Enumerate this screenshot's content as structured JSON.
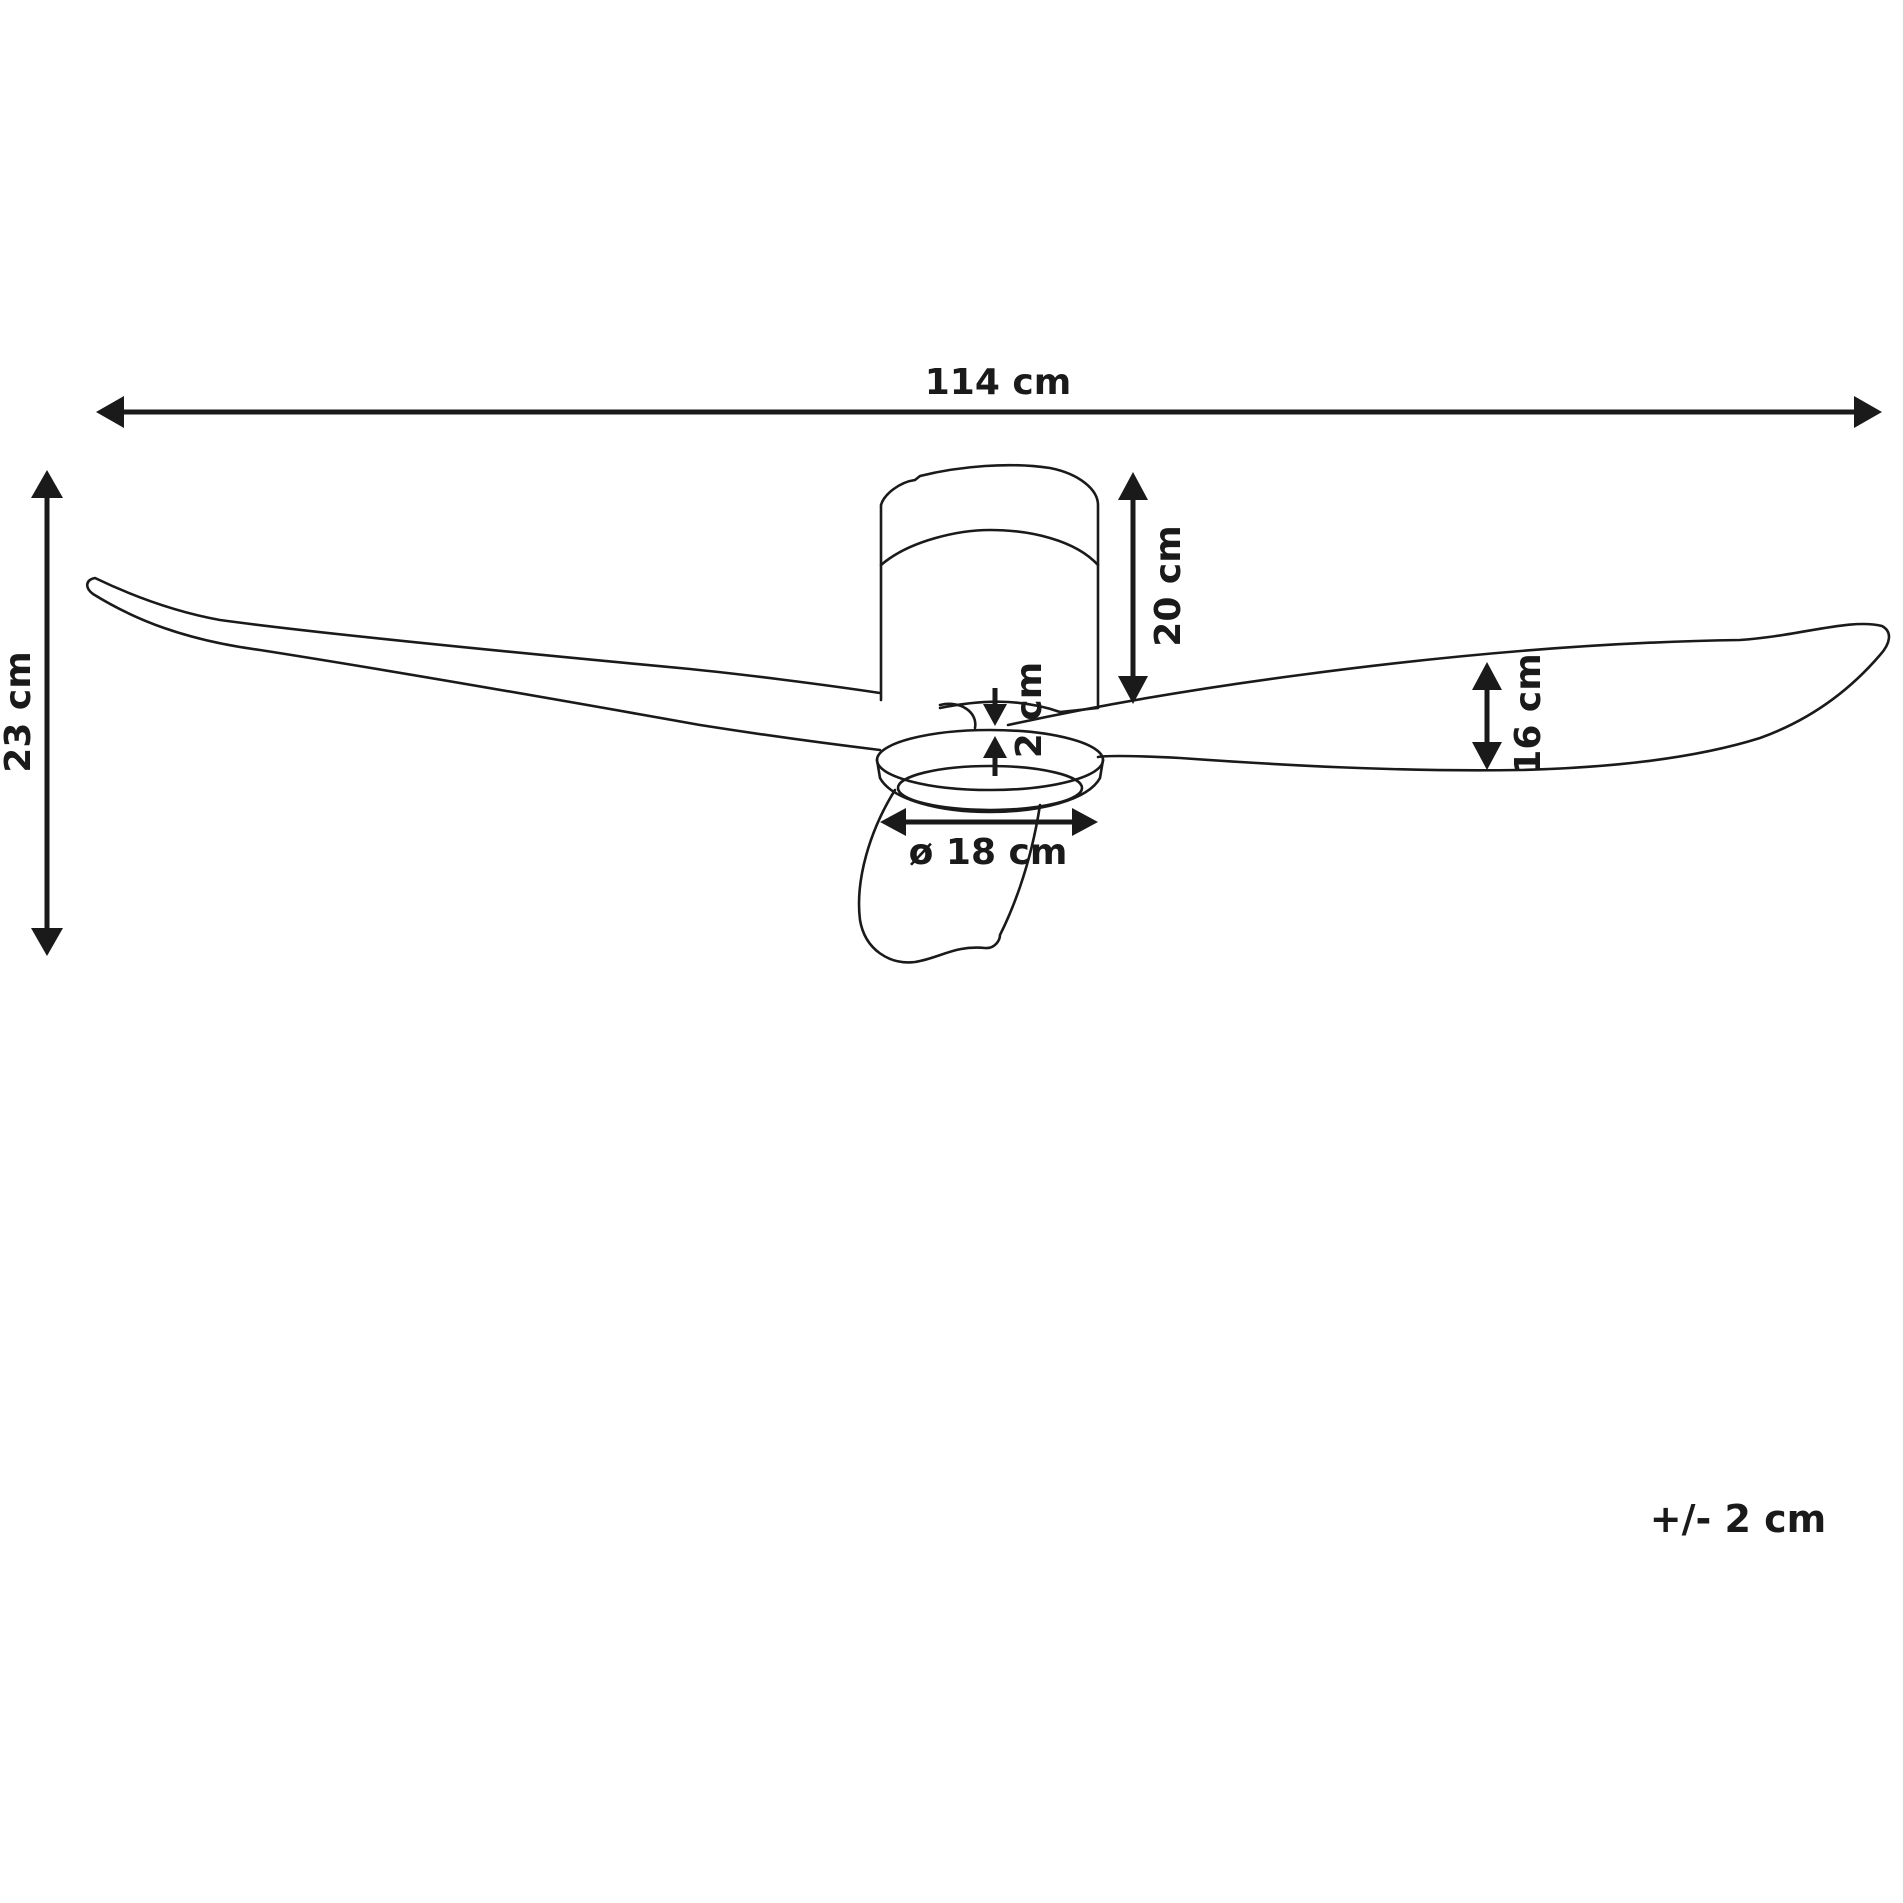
{
  "dimensions": {
    "total_width": "114 cm",
    "total_height": "23 cm",
    "motor_height": "20 cm",
    "light_thickness": "2 cm",
    "blade_width": "16 cm",
    "light_diameter": "ø 18 cm"
  },
  "tolerance": "+/- 2 cm",
  "colors": {
    "line": "#1a1a1a",
    "background": "#ffffff"
  }
}
